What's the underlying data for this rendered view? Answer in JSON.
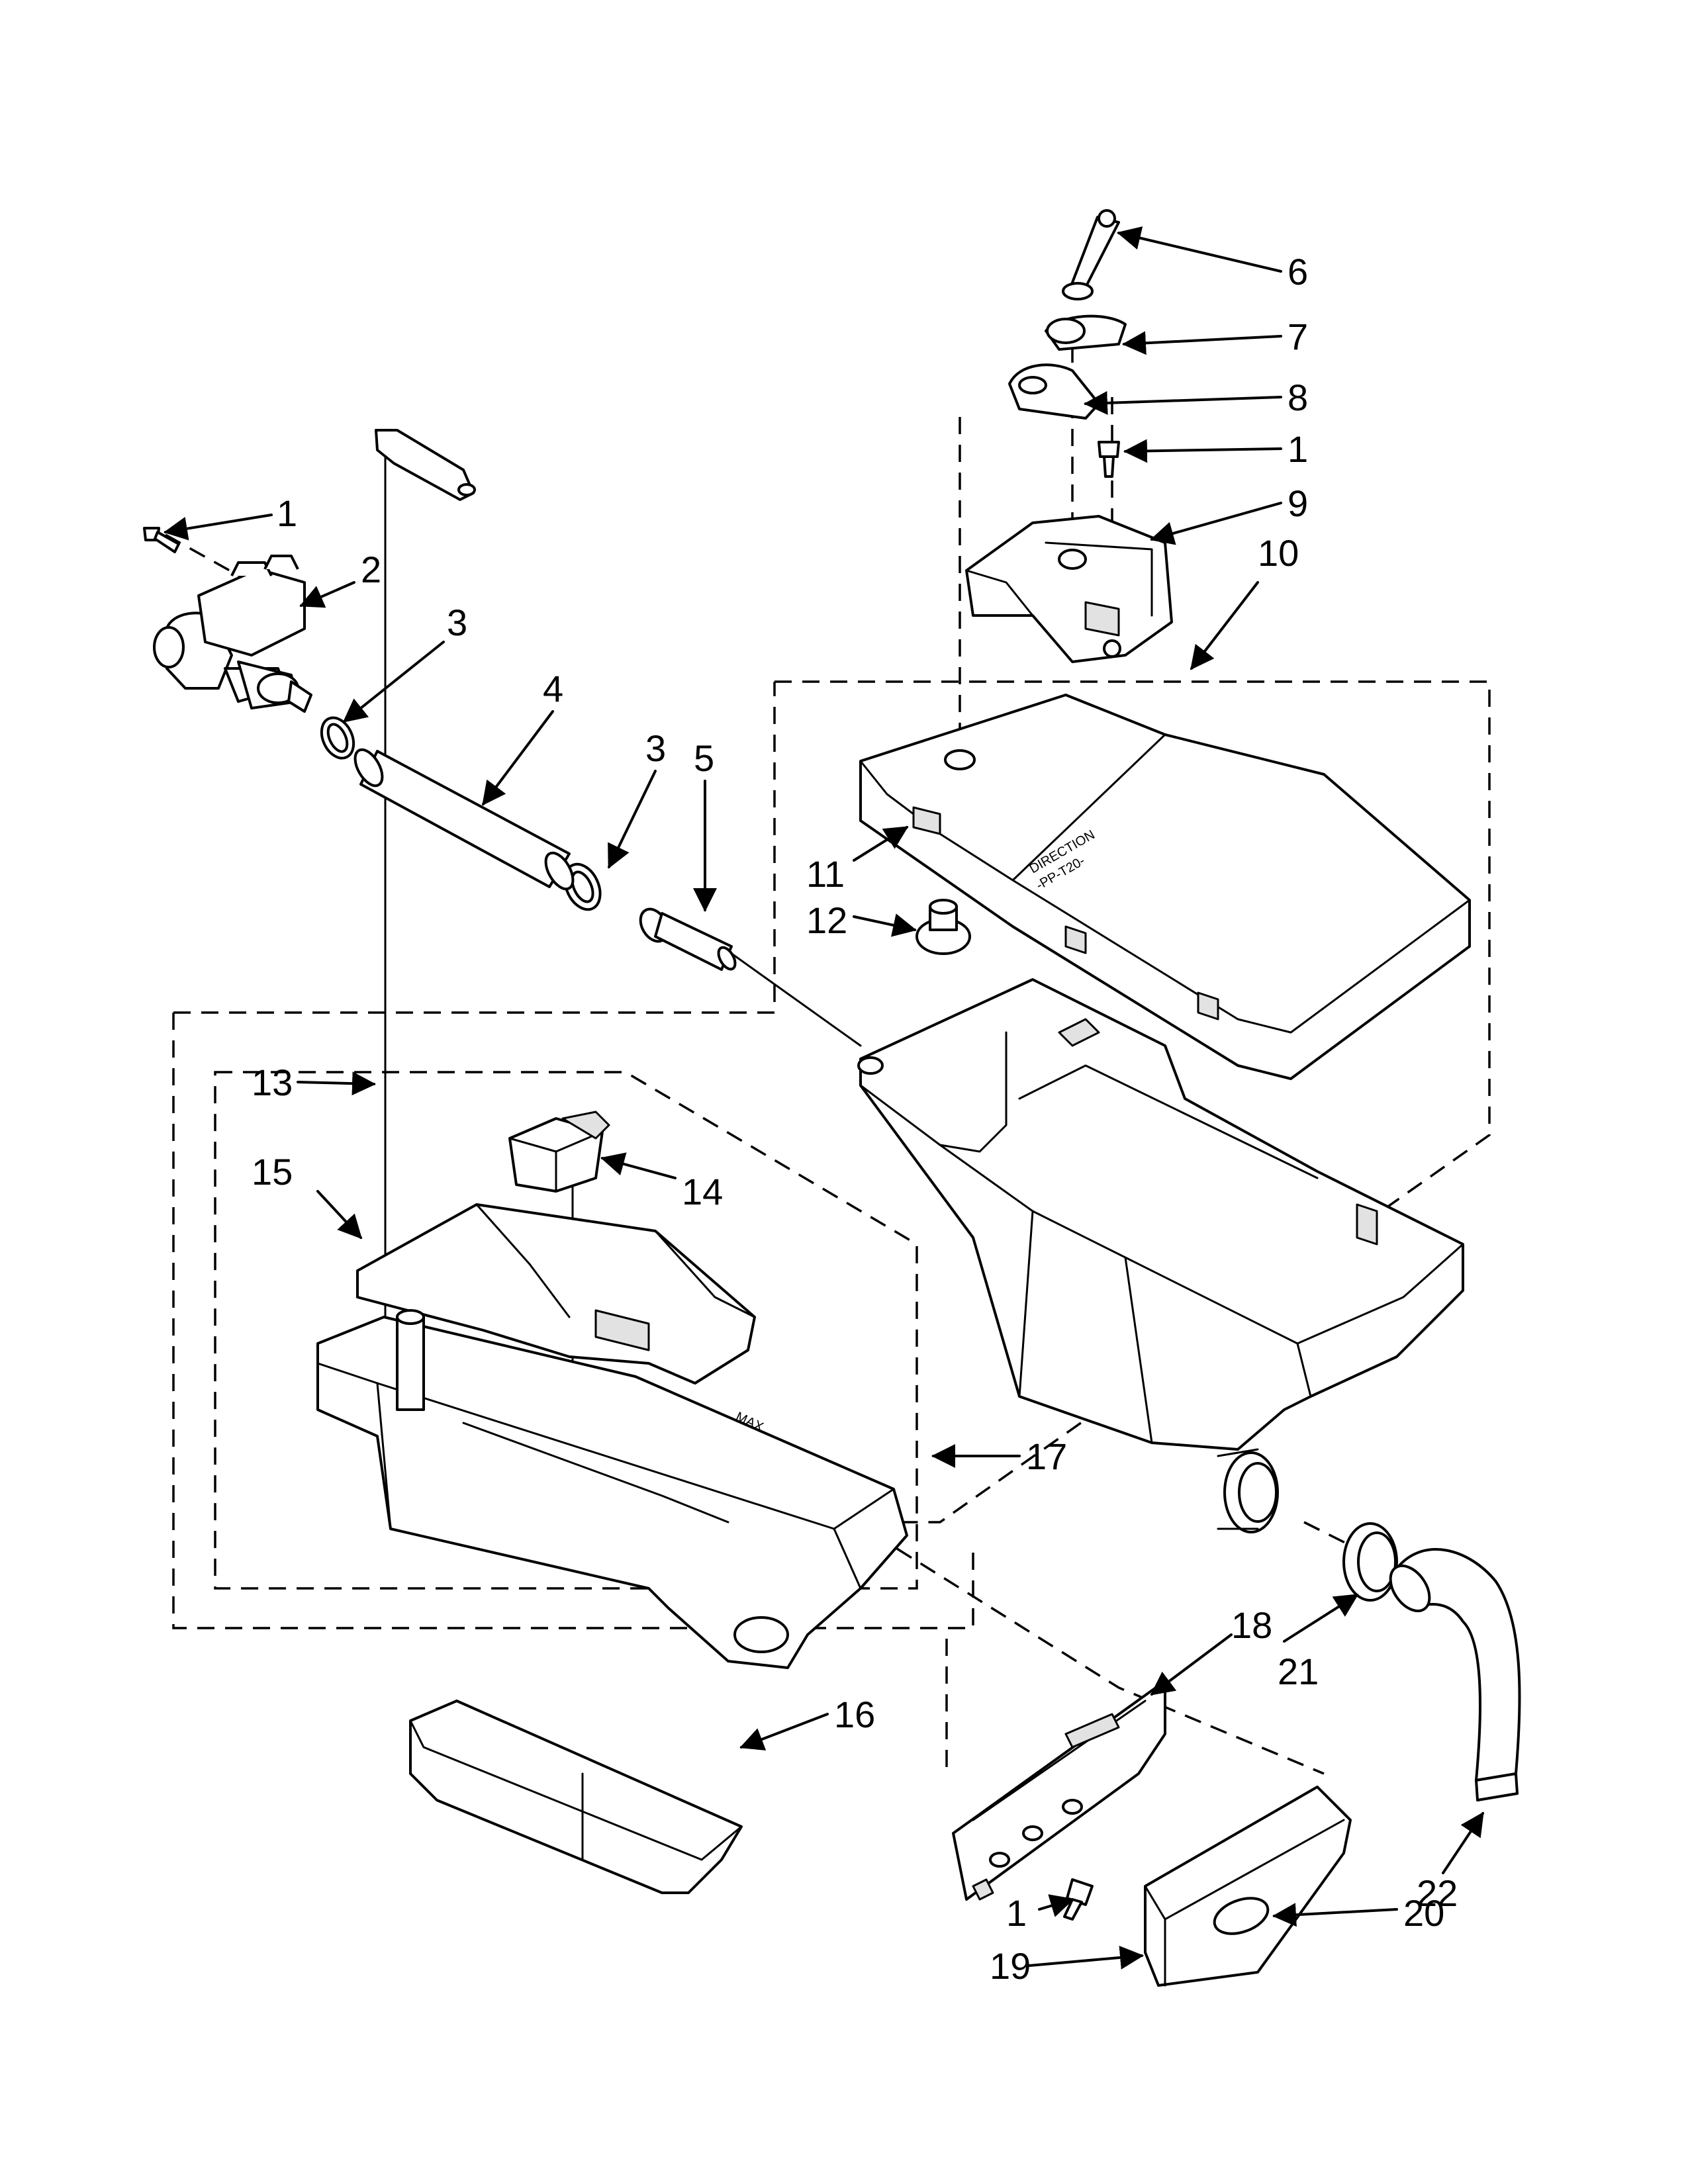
{
  "callouts": [
    {
      "id": "c6",
      "text": "6"
    },
    {
      "id": "c7",
      "text": "7"
    },
    {
      "id": "c8",
      "text": "8"
    },
    {
      "id": "c1a",
      "text": "1"
    },
    {
      "id": "c9",
      "text": "9"
    },
    {
      "id": "c10",
      "text": "10"
    },
    {
      "id": "c1b",
      "text": "1"
    },
    {
      "id": "c2",
      "text": "2"
    },
    {
      "id": "c3a",
      "text": "3"
    },
    {
      "id": "c4",
      "text": "4"
    },
    {
      "id": "c3b",
      "text": "3"
    },
    {
      "id": "c5",
      "text": "5"
    },
    {
      "id": "c11",
      "text": "11"
    },
    {
      "id": "c12",
      "text": "12"
    },
    {
      "id": "c13",
      "text": "13"
    },
    {
      "id": "c15",
      "text": "15"
    },
    {
      "id": "c14",
      "text": "14"
    },
    {
      "id": "c17",
      "text": "17"
    },
    {
      "id": "c18",
      "text": "18"
    },
    {
      "id": "c21",
      "text": "21"
    },
    {
      "id": "c16",
      "text": "16"
    },
    {
      "id": "c22",
      "text": "22"
    },
    {
      "id": "c1c",
      "text": "1"
    },
    {
      "id": "c20",
      "text": "20"
    },
    {
      "id": "c19",
      "text": "19"
    }
  ],
  "part_markings": {
    "drawer_max": "MAX",
    "lid_label_1": "DIRECTION",
    "lid_label_2": "-PP-T20-"
  }
}
